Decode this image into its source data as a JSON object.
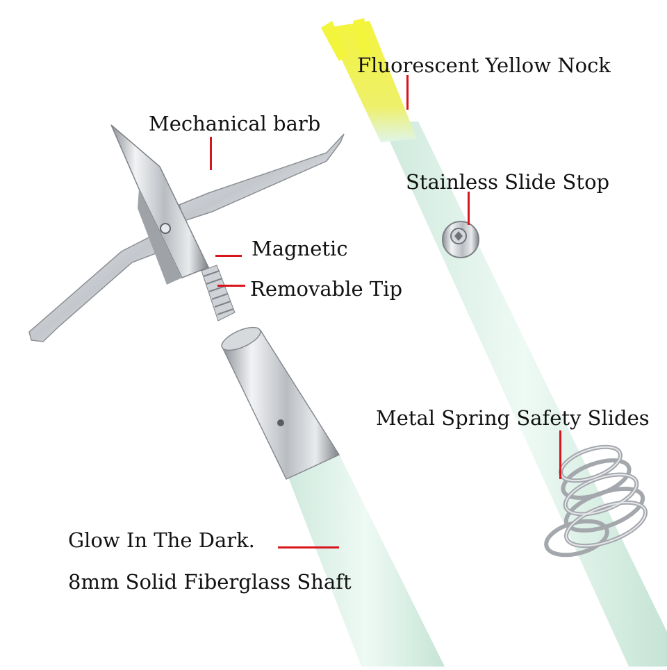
{
  "labels": {
    "nock": "Fluorescent Yellow Nock",
    "barb": "Mechanical barb",
    "slide_stop": "Stainless Slide Stop",
    "magnetic": "Magnetic",
    "removable_tip": "Removable Tip",
    "spring_slides": "Metal Spring Safety Slides",
    "glow": "Glow In The Dark.",
    "shaft": "8mm Solid Fiberglass Shaft"
  },
  "colors": {
    "leader": "#d8141c",
    "nock": "#eef23a",
    "shaft": "#dff5ea",
    "steel": "#c9ccd0"
  }
}
